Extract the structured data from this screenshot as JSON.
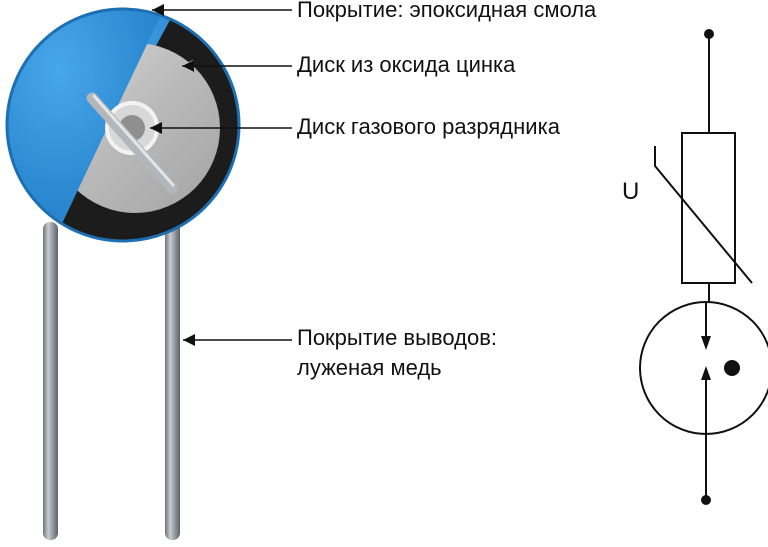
{
  "labels": {
    "epoxy_coating": "Покрытие: эпоксидная смола",
    "zinc_oxide_disk": "Диск из оксида цинка",
    "gas_discharge_disk": "Диск газового разрядника",
    "lead_coating_line1": "Покрытие выводов:",
    "lead_coating_line2": "луженая медь"
  },
  "symbol": {
    "voltage_label": "U"
  },
  "colors": {
    "epoxy_blue": "#2f8fd8",
    "zinc_oxide_black": "#1c1c1c",
    "gas_disk_gray": "#b8b8b8",
    "lead_gray": "#8a8f96",
    "leader_line": "#111111"
  }
}
